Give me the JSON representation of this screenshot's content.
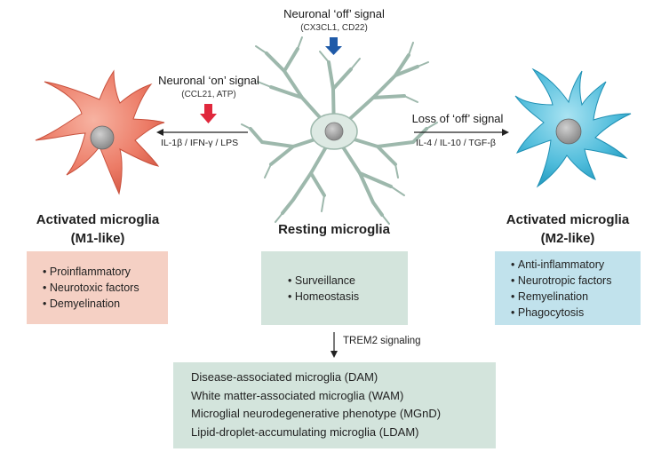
{
  "signals": {
    "off_title": "Neuronal ‘off’ signal",
    "off_sub": "(CX3CL1, CD22)",
    "on_title": "Neuronal ‘on’ signal",
    "on_sub": "(CCL21, ATP)",
    "loss_title": "Loss of ‘off’ signal"
  },
  "cytokines": {
    "m1": "IL-1β / IFN-γ / LPS",
    "m2": "IL-4 / IL-10 / TGF-β"
  },
  "m1": {
    "heading_line1": "Activated microglia",
    "heading_line2": "(M1-like)",
    "items": [
      "Proinflammatory",
      "Neurotoxic factors",
      "Demyelination"
    ]
  },
  "resting": {
    "heading": "Resting microglia",
    "items": [
      "Surveillance",
      "Homeostasis"
    ]
  },
  "m2": {
    "heading_line1": "Activated microglia",
    "heading_line2": "(M2-like)",
    "items": [
      "Anti-inflammatory",
      "Neurotropic factors",
      "Remyelination",
      "Phagocytosis"
    ]
  },
  "trem2_label": "TREM2 signaling",
  "dam": {
    "items": [
      "Disease-associated microglia (DAM)",
      "White matter-associated microglia (WAM)",
      "Microglial neurodegenerative phenotype (MGnD)",
      "Lipid-droplet-accumulating microglia (LDAM)"
    ]
  },
  "colors": {
    "m1_box": "#f5d0c4",
    "resting_box": "#d3e4dc",
    "m2_box": "#c1e2ec",
    "on_arrow": "#e0283c",
    "off_arrow": "#1f5aa8"
  }
}
